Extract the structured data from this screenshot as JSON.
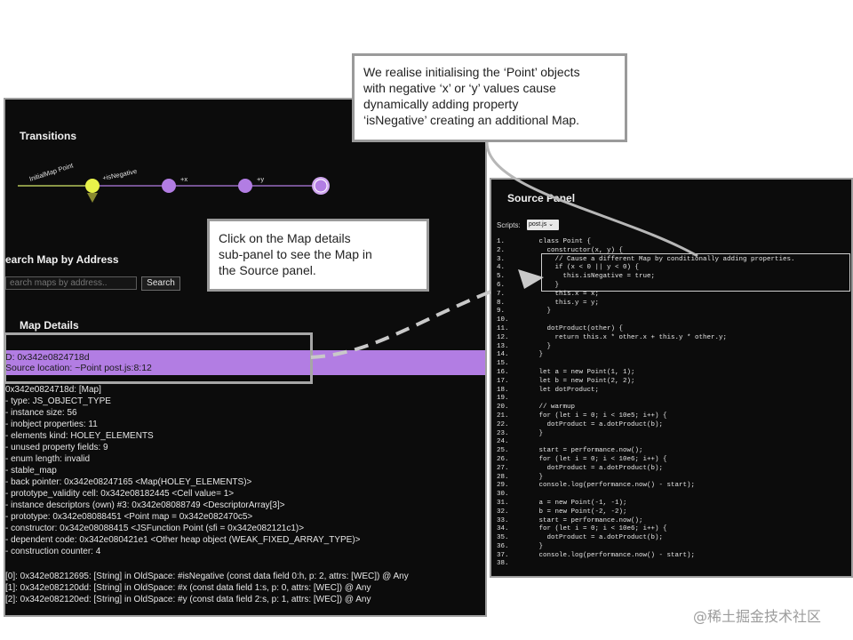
{
  "left_panel": {
    "transitions_title": "Transitions",
    "transition_labels": [
      "InitialMap Point",
      "+isNegative",
      "+x",
      "+y"
    ],
    "search_title": "earch Map by Address",
    "search_placeholder": "earch maps by address..",
    "search_button": "Search",
    "map_details_title": "Map Details",
    "map_id": "D: 0x342e0824718d",
    "source_location": "Source location: ~Point post.js:8:12",
    "details_text": "0x342e0824718d: [Map]\n- type: JS_OBJECT_TYPE\n- instance size: 56\n- inobject properties: 11\n- elements kind: HOLEY_ELEMENTS\n- unused property fields: 9\n- enum length: invalid\n- stable_map\n- back pointer: 0x342e08247165 <Map(HOLEY_ELEMENTS)>\n- prototype_validity cell: 0x342e08182445 <Cell value= 1>\n- instance descriptors (own) #3: 0x342e08088749 <DescriptorArray[3]>\n- prototype: 0x342e08088451 <Point map = 0x342e082470c5>\n- constructor: 0x342e08088415 <JSFunction Point (sfi = 0x342e082121c1)>\n- dependent code: 0x342e080421e1 <Other heap object (WEAK_FIXED_ARRAY_TYPE)>\n- construction counter: 4",
    "descriptors_text": "[0]: 0x342e08212695: [String] in OldSpace: #isNegative (const data field 0:h, p: 2, attrs: [WEC]) @ Any\n[1]: 0x342e082120dd: [String] in OldSpace: #x (const data field 1:s, p: 0, attrs: [WEC]) @ Any\n[2]: 0x342e082120ed: [String] in OldSpace: #y (const data field 2:s, p: 1, attrs: [WEC]) @ Any",
    "colors": {
      "highlight": "#b27de3",
      "node_selected": "#e8f24a",
      "node": "#b27de3",
      "edge_initial": "#d6e86a"
    }
  },
  "source_panel": {
    "title": "Source Panel",
    "scripts_label": "Scripts:",
    "script_selected": "post.js",
    "code_lines": [
      {
        "n": "1.",
        "code": "   class Point {"
      },
      {
        "n": "2.",
        "code": "     constructor(x, y) {"
      },
      {
        "n": "3.",
        "code": "       // Cause a different Map by conditionally adding properties."
      },
      {
        "n": "4.",
        "code": "       if (x < 0 || y < 0) {"
      },
      {
        "n": "5.",
        "code": "         this.isNegative = true;"
      },
      {
        "n": "6.",
        "code": "       }"
      },
      {
        "n": "7.",
        "code": "       this.x = x;"
      },
      {
        "n": "8.",
        "code": "       this.y = y;"
      },
      {
        "n": "9.",
        "code": "     }"
      },
      {
        "n": "10.",
        "code": ""
      },
      {
        "n": "11.",
        "code": "     dotProduct(other) {"
      },
      {
        "n": "12.",
        "code": "       return this.x * other.x + this.y * other.y;"
      },
      {
        "n": "13.",
        "code": "     }"
      },
      {
        "n": "14.",
        "code": "   }"
      },
      {
        "n": "15.",
        "code": ""
      },
      {
        "n": "16.",
        "code": "   let a = new Point(1, 1);"
      },
      {
        "n": "17.",
        "code": "   let b = new Point(2, 2);"
      },
      {
        "n": "18.",
        "code": "   let dotProduct;"
      },
      {
        "n": "19.",
        "code": ""
      },
      {
        "n": "20.",
        "code": "   // warmup"
      },
      {
        "n": "21.",
        "code": "   for (let i = 0; i < 10e5; i++) {"
      },
      {
        "n": "22.",
        "code": "     dotProduct = a.dotProduct(b);"
      },
      {
        "n": "23.",
        "code": "   }"
      },
      {
        "n": "24.",
        "code": ""
      },
      {
        "n": "25.",
        "code": "   start = performance.now();"
      },
      {
        "n": "26.",
        "code": "   for (let i = 0; i < 10e6; i++) {"
      },
      {
        "n": "27.",
        "code": "     dotProduct = a.dotProduct(b);"
      },
      {
        "n": "28.",
        "code": "   }"
      },
      {
        "n": "29.",
        "code": "   console.log(performance.now() - start);"
      },
      {
        "n": "30.",
        "code": ""
      },
      {
        "n": "31.",
        "code": "   a = new Point(-1, -1);"
      },
      {
        "n": "32.",
        "code": "   b = new Point(-2, -2);"
      },
      {
        "n": "33.",
        "code": "   start = performance.now();"
      },
      {
        "n": "34.",
        "code": "   for (let i = 0; i < 10e6; i++) {"
      },
      {
        "n": "35.",
        "code": "     dotProduct = a.dotProduct(b);"
      },
      {
        "n": "36.",
        "code": "   }"
      },
      {
        "n": "37.",
        "code": "   console.log(performance.now() - start);"
      },
      {
        "n": "38.",
        "code": ""
      }
    ]
  },
  "callouts": {
    "top_lines": [
      "We realise initialising the ‘Point’ objects",
      "with negative ‘x’ or ‘y’ values cause",
      "dynamically adding property",
      "‘isNegative’ creating an additional Map."
    ],
    "mid_lines": [
      "Click on the Map details",
      "sub-panel to see the Map in",
      "the Source panel."
    ]
  },
  "watermark": "@稀土掘金技术社区"
}
